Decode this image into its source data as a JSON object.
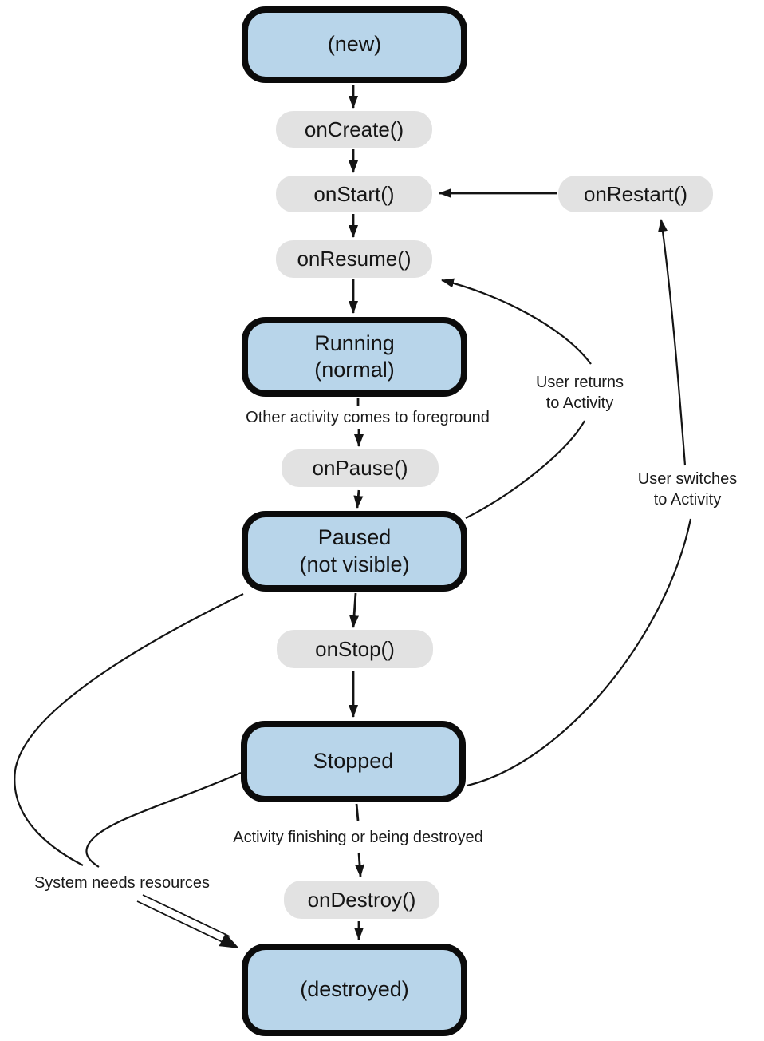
{
  "states": {
    "new": "(new)",
    "running_line1": "Running",
    "running_line2": "(normal)",
    "paused_line1": "Paused",
    "paused_line2": "(not visible)",
    "stopped": "Stopped",
    "destroyed": "(destroyed)"
  },
  "callbacks": {
    "on_create": "onCreate()",
    "on_start": "onStart()",
    "on_restart": "onRestart()",
    "on_resume": "onResume()",
    "on_pause": "onPause()",
    "on_stop": "onStop()",
    "on_destroy": "onDestroy()"
  },
  "edge_labels": {
    "other_activity": "Other activity comes to foreground",
    "user_returns_line1": "User returns",
    "user_returns_line2": "to Activity",
    "user_switches_line1": "User switches",
    "user_switches_line2": "to Activity",
    "activity_finishing": "Activity finishing or being destroyed",
    "system_needs": "System needs resources"
  },
  "colors": {
    "state_fill": "#b8d5ea",
    "state_border": "#0b0b0b",
    "callback_fill": "#e2e2e2",
    "line": "#141414"
  }
}
